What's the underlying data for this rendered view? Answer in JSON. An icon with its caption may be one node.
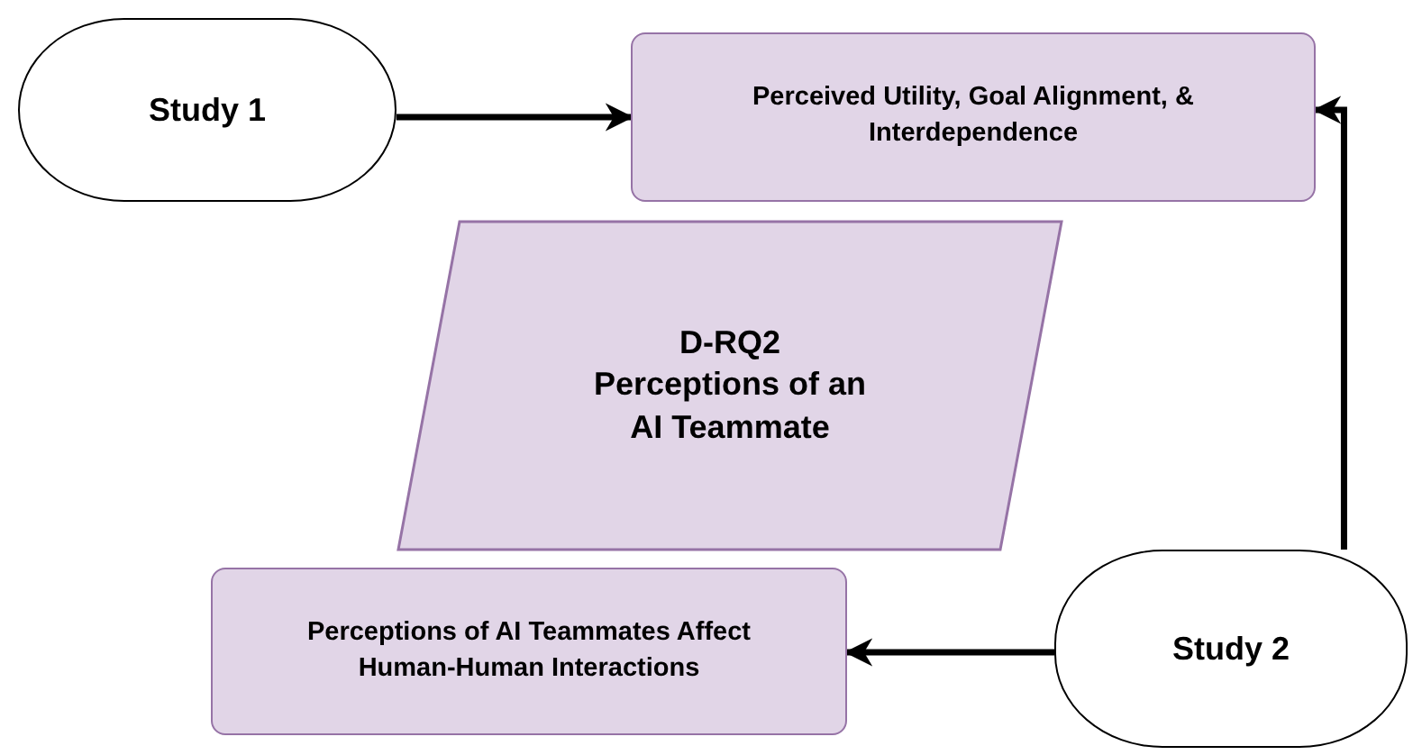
{
  "diagram": {
    "nodes": [
      {
        "text": [
          "Study 1"
        ]
      },
      {
        "text": [
          "Perceived Utility, Goal Alignment, & Interdependence"
        ]
      },
      {
        "text": [
          "D-RQ2",
          "Perceptions of an AI Teammate"
        ]
      },
      {
        "text": [
          "Perceptions of AI Teammates Affect Human-Human Interactions"
        ]
      },
      {
        "text": [
          "Study 2"
        ]
      }
    ],
    "edges": [
      {
        "from": 0,
        "to": 1,
        "arrow": "to"
      },
      {
        "from": 4,
        "to": 1,
        "arrow": "to"
      },
      {
        "from": 4,
        "to": 3,
        "arrow": "to"
      }
    ]
  }
}
